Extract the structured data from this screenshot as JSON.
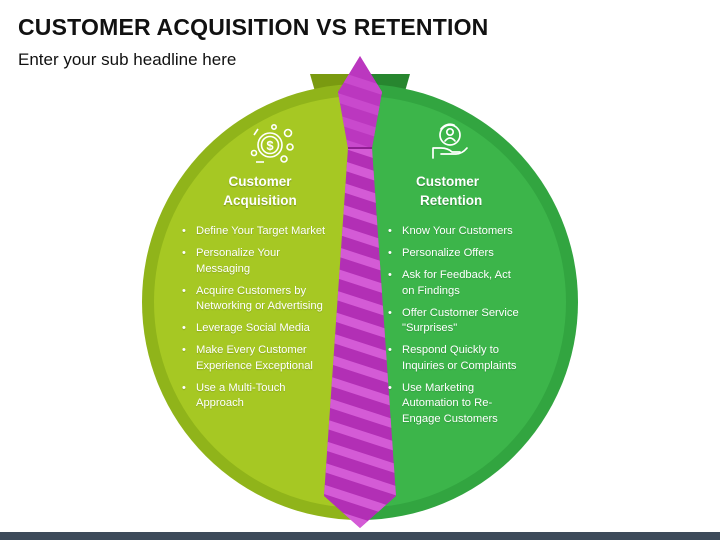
{
  "title": "CUSTOMER ACQUISITION VS RETENTION",
  "subtitle": "Enter your sub headline here",
  "colors": {
    "acquisition": "#a6c823",
    "acquisition_dark": "#6f8f10",
    "retention": "#3cb54a",
    "retention_dark": "#2a8a35",
    "tie": "#b22fb5",
    "tie_stripe": "#d45bd6"
  },
  "acquisition": {
    "icon": "dollar-coin-network-icon",
    "heading_line1": "Customer",
    "heading_line2": "Acquisition",
    "items": [
      "Define Your Target Market",
      "Personalize Your Messaging",
      "Acquire Customers by Networking or Advertising",
      "Leverage Social Media",
      "Make Every Customer Experience Exceptional",
      "Use a Multi-Touch Approach"
    ]
  },
  "retention": {
    "icon": "hand-holding-person-icon",
    "heading_line1": "Customer",
    "heading_line2": "Retention",
    "items": [
      "Know Your Customers",
      "Personalize Offers",
      "Ask for Feedback, Act on Findings",
      "Offer Customer Service \"Surprises\"",
      "Respond Quickly to Inquiries or Complaints",
      "Use Marketing Automation to Re-Engage Customers"
    ]
  }
}
